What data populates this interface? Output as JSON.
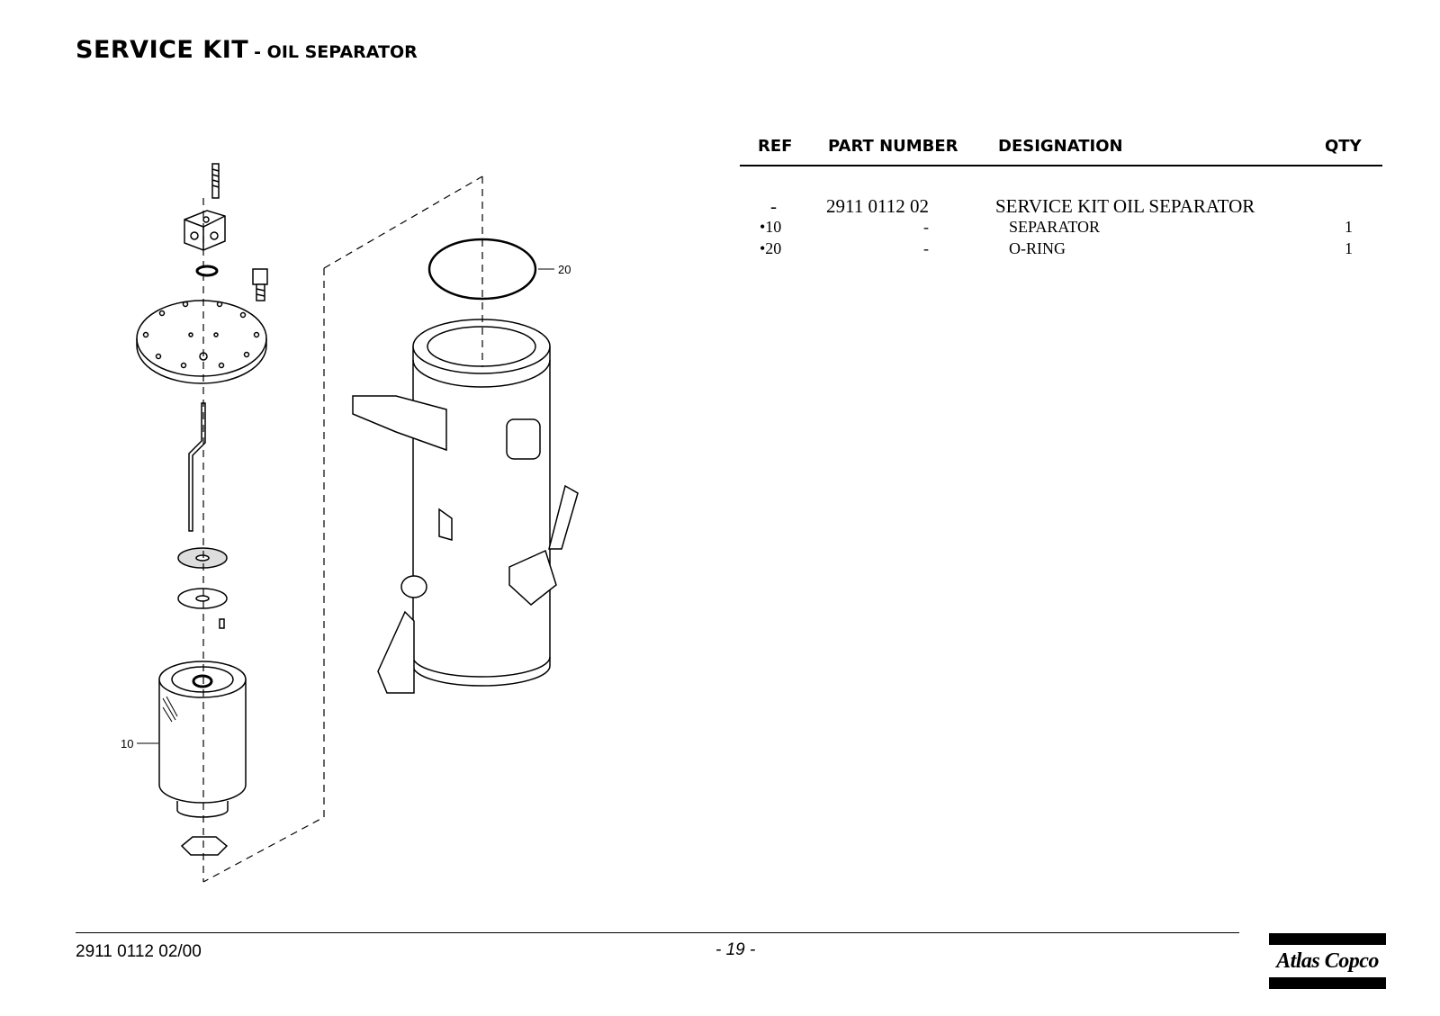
{
  "header": {
    "title": "SERVICE KIT",
    "subtitle": "- OIL SEPARATOR"
  },
  "drawing": {
    "callouts": [
      "20",
      "10"
    ]
  },
  "table": {
    "columns": [
      "REF",
      "PART NUMBER",
      "DESIGNATION",
      "QTY"
    ],
    "rows": [
      {
        "ref": "-",
        "part_number": "2911 0112 02",
        "designation": "SERVICE KIT OIL SEPARATOR",
        "qty": ""
      },
      {
        "ref": "•10",
        "part_number": "-",
        "designation": "SEPARATOR",
        "qty": "1"
      },
      {
        "ref": "•20",
        "part_number": "-",
        "designation": "O-RING",
        "qty": "1"
      }
    ]
  },
  "footer": {
    "doc_number": "2911 0112 02/00",
    "page_number": "- 19 -",
    "brand": "Atlas Copco"
  }
}
